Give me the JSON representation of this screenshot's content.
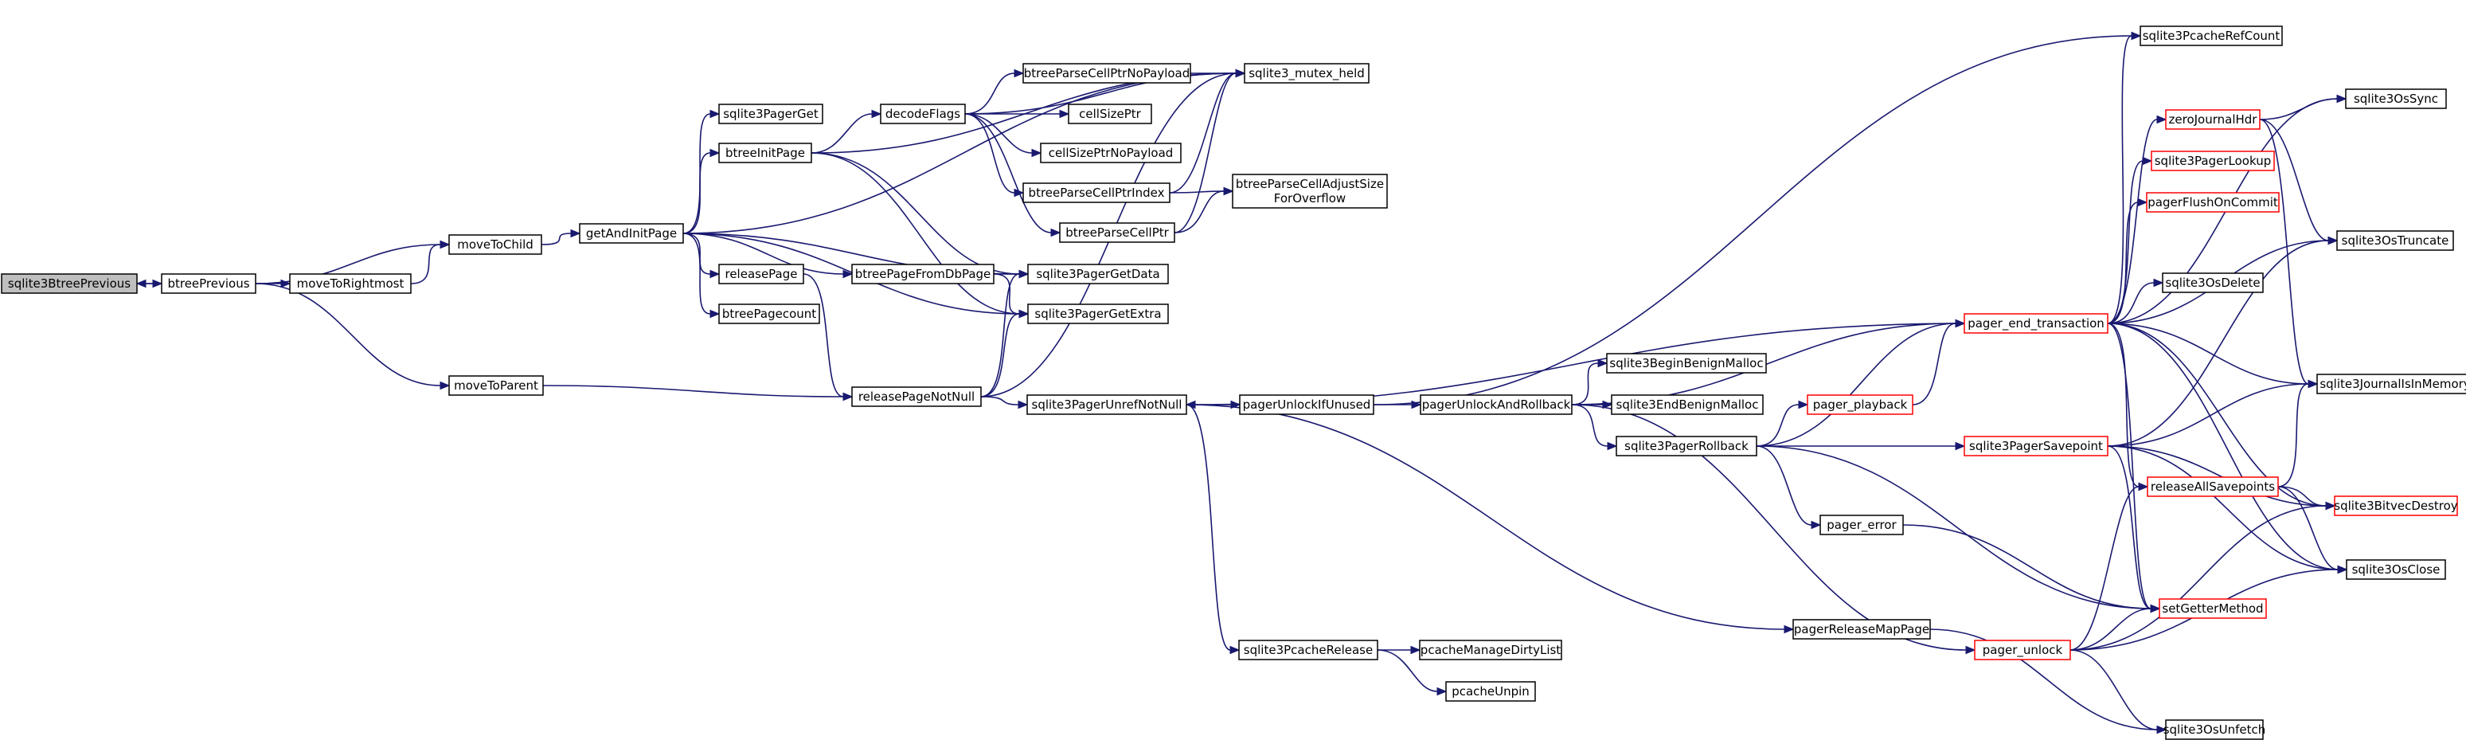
{
  "colors": {
    "edge": "#191970",
    "node_border": "#000000",
    "node_border_truncated": "#ff0000",
    "node_fill": "#ffffff",
    "focus_fill": "#bfbfbf"
  },
  "nodes": [
    {
      "id": "n_sqlite3BtreePrevious",
      "label": "sqlite3BtreePrevious",
      "focus": true
    },
    {
      "id": "n_btreePrevious",
      "label": "btreePrevious"
    },
    {
      "id": "n_moveToChild",
      "label": "moveToChild"
    },
    {
      "id": "n_moveToRightmost",
      "label": "moveToRightmost"
    },
    {
      "id": "n_moveToParent",
      "label": "moveToParent"
    },
    {
      "id": "n_getAndInitPage",
      "label": "getAndInitPage"
    },
    {
      "id": "n_sqlite3PagerGet",
      "label": "sqlite3PagerGet"
    },
    {
      "id": "n_btreeInitPage",
      "label": "btreeInitPage"
    },
    {
      "id": "n_releasePage",
      "label": "releasePage"
    },
    {
      "id": "n_btreePagecount",
      "label": "btreePagecount"
    },
    {
      "id": "n_decodeFlags",
      "label": "decodeFlags"
    },
    {
      "id": "n_btreePageFromDbPage",
      "label": "btreePageFromDbPage"
    },
    {
      "id": "n_releasePageNotNull",
      "label": "releasePageNotNull"
    },
    {
      "id": "n_btreeParseCellPtrNoPayload",
      "label": "btreeParseCellPtrNoPayload"
    },
    {
      "id": "n_cellSizePtr",
      "label": "cellSizePtr"
    },
    {
      "id": "n_cellSizePtrNoPayload",
      "label": "cellSizePtrNoPayload"
    },
    {
      "id": "n_btreeParseCellPtrIndex",
      "label": "btreeParseCellPtrIndex"
    },
    {
      "id": "n_btreeParseCellPtr",
      "label": "btreeParseCellPtr"
    },
    {
      "id": "n_sqlite3PagerGetData",
      "label": "sqlite3PagerGetData"
    },
    {
      "id": "n_sqlite3PagerGetExtra",
      "label": "sqlite3PagerGetExtra"
    },
    {
      "id": "n_sqlite3_mutex_held",
      "label": "sqlite3_mutex_held"
    },
    {
      "id": "n_btreeParseCellAdjustSizeForOverflow",
      "label": "btreeParseCellAdjustSize",
      "label2": "ForOverflow"
    },
    {
      "id": "n_sqlite3PagerUnrefNotNull",
      "label": "sqlite3PagerUnrefNotNull"
    },
    {
      "id": "n_pagerUnlockIfUnused",
      "label": "pagerUnlockIfUnused"
    },
    {
      "id": "n_sqlite3PcacheRelease",
      "label": "sqlite3PcacheRelease"
    },
    {
      "id": "n_pcacheManageDirtyList",
      "label": "pcacheManageDirtyList"
    },
    {
      "id": "n_pcacheUnpin",
      "label": "pcacheUnpin"
    },
    {
      "id": "n_pagerUnlockAndRollback",
      "label": "pagerUnlockAndRollback"
    },
    {
      "id": "n_sqlite3BeginBenignMalloc",
      "label": "sqlite3BeginBenignMalloc"
    },
    {
      "id": "n_sqlite3EndBenignMalloc",
      "label": "sqlite3EndBenignMalloc"
    },
    {
      "id": "n_sqlite3PagerRollback",
      "label": "sqlite3PagerRollback"
    },
    {
      "id": "n_pager_playback",
      "label": "pager_playback",
      "truncated": true
    },
    {
      "id": "n_pager_error",
      "label": "pager_error"
    },
    {
      "id": "n_pagerReleaseMapPage",
      "label": "pagerReleaseMapPage"
    },
    {
      "id": "n_pager_unlock",
      "label": "pager_unlock",
      "truncated": true
    },
    {
      "id": "n_pager_end_transaction",
      "label": "pager_end_transaction",
      "truncated": true
    },
    {
      "id": "n_sqlite3PagerSavepoint",
      "label": "sqlite3PagerSavepoint",
      "truncated": true
    },
    {
      "id": "n_sqlite3PcacheRefCount",
      "label": "sqlite3PcacheRefCount"
    },
    {
      "id": "n_zeroJournalHdr",
      "label": "zeroJournalHdr",
      "truncated": true
    },
    {
      "id": "n_sqlite3PagerLookup",
      "label": "sqlite3PagerLookup",
      "truncated": true
    },
    {
      "id": "n_pagerFlushOnCommit",
      "label": "pagerFlushOnCommit",
      "truncated": true
    },
    {
      "id": "n_sqlite3OsDelete",
      "label": "sqlite3OsDelete"
    },
    {
      "id": "n_releaseAllSavepoints",
      "label": "releaseAllSavepoints",
      "truncated": true
    },
    {
      "id": "n_setGetterMethod",
      "label": "setGetterMethod",
      "truncated": true
    },
    {
      "id": "n_sqlite3OsSync",
      "label": "sqlite3OsSync"
    },
    {
      "id": "n_sqlite3OsTruncate",
      "label": "sqlite3OsTruncate"
    },
    {
      "id": "n_sqlite3JournalIsInMemory",
      "label": "sqlite3JournalIsInMemory"
    },
    {
      "id": "n_sqlite3BitvecDestroy",
      "label": "sqlite3BitvecDestroy",
      "truncated": true
    },
    {
      "id": "n_sqlite3OsClose",
      "label": "sqlite3OsClose"
    },
    {
      "id": "n_sqlite3OsUnfetch",
      "label": "sqlite3OsUnfetch"
    }
  ],
  "edges": [
    {
      "from": "n_btreePrevious",
      "to": "n_sqlite3BtreePrevious"
    },
    {
      "from": "n_sqlite3BtreePrevious",
      "to": "n_btreePrevious"
    },
    {
      "from": "n_btreePrevious",
      "to": "n_moveToChild"
    },
    {
      "from": "n_btreePrevious",
      "to": "n_moveToRightmost"
    },
    {
      "from": "n_btreePrevious",
      "to": "n_moveToParent"
    },
    {
      "from": "n_moveToRightmost",
      "to": "n_moveToChild"
    },
    {
      "from": "n_moveToChild",
      "to": "n_getAndInitPage"
    },
    {
      "from": "n_moveToParent",
      "to": "n_releasePageNotNull"
    },
    {
      "from": "n_getAndInitPage",
      "to": "n_sqlite3PagerGet"
    },
    {
      "from": "n_getAndInitPage",
      "to": "n_btreeInitPage"
    },
    {
      "from": "n_getAndInitPage",
      "to": "n_releasePage"
    },
    {
      "from": "n_getAndInitPage",
      "to": "n_btreePagecount"
    },
    {
      "from": "n_getAndInitPage",
      "to": "n_btreePageFromDbPage"
    },
    {
      "from": "n_getAndInitPage",
      "to": "n_sqlite3PagerGetData"
    },
    {
      "from": "n_getAndInitPage",
      "to": "n_sqlite3PagerGetExtra"
    },
    {
      "from": "n_getAndInitPage",
      "to": "n_sqlite3_mutex_held"
    },
    {
      "from": "n_btreeInitPage",
      "to": "n_decodeFlags"
    },
    {
      "from": "n_btreeInitPage",
      "to": "n_sqlite3_mutex_held"
    },
    {
      "from": "n_btreeInitPage",
      "to": "n_sqlite3PagerGetData"
    },
    {
      "from": "n_btreeInitPage",
      "to": "n_sqlite3PagerGetExtra"
    },
    {
      "from": "n_releasePage",
      "to": "n_releasePageNotNull"
    },
    {
      "from": "n_decodeFlags",
      "to": "n_btreeParseCellPtrNoPayload"
    },
    {
      "from": "n_decodeFlags",
      "to": "n_cellSizePtr"
    },
    {
      "from": "n_decodeFlags",
      "to": "n_cellSizePtrNoPayload"
    },
    {
      "from": "n_decodeFlags",
      "to": "n_btreeParseCellPtrIndex"
    },
    {
      "from": "n_decodeFlags",
      "to": "n_btreeParseCellPtr"
    },
    {
      "from": "n_decodeFlags",
      "to": "n_sqlite3_mutex_held"
    },
    {
      "from": "n_btreeParseCellPtrNoPayload",
      "to": "n_sqlite3_mutex_held"
    },
    {
      "from": "n_btreeParseCellPtrIndex",
      "to": "n_sqlite3_mutex_held"
    },
    {
      "from": "n_btreeParseCellPtrIndex",
      "to": "n_btreeParseCellAdjustSizeForOverflow"
    },
    {
      "from": "n_btreeParseCellPtr",
      "to": "n_sqlite3_mutex_held"
    },
    {
      "from": "n_btreeParseCellPtr",
      "to": "n_btreeParseCellAdjustSizeForOverflow"
    },
    {
      "from": "n_btreePageFromDbPage",
      "to": "n_sqlite3PagerGetData"
    },
    {
      "from": "n_btreePageFromDbPage",
      "to": "n_sqlite3PagerGetExtra"
    },
    {
      "from": "n_releasePageNotNull",
      "to": "n_sqlite3PagerGetData"
    },
    {
      "from": "n_releasePageNotNull",
      "to": "n_sqlite3PagerGetExtra"
    },
    {
      "from": "n_releasePageNotNull",
      "to": "n_sqlite3_mutex_held"
    },
    {
      "from": "n_releasePageNotNull",
      "to": "n_sqlite3PagerUnrefNotNull"
    },
    {
      "from": "n_sqlite3PagerUnrefNotNull",
      "to": "n_pagerUnlockIfUnused"
    },
    {
      "from": "n_sqlite3PagerUnrefNotNull",
      "to": "n_sqlite3PcacheRelease"
    },
    {
      "from": "n_sqlite3PagerUnrefNotNull",
      "to": "n_pagerReleaseMapPage"
    },
    {
      "from": "n_sqlite3PcacheRelease",
      "to": "n_pcacheManageDirtyList"
    },
    {
      "from": "n_sqlite3PcacheRelease",
      "to": "n_pcacheUnpin"
    },
    {
      "from": "n_pagerUnlockIfUnused",
      "to": "n_pagerUnlockAndRollback"
    },
    {
      "from": "n_pagerUnlockIfUnused",
      "to": "n_sqlite3PcacheRefCount"
    },
    {
      "from": "n_pagerUnlockAndRollback",
      "to": "n_sqlite3BeginBenignMalloc"
    },
    {
      "from": "n_pagerUnlockAndRollback",
      "to": "n_sqlite3EndBenignMalloc"
    },
    {
      "from": "n_pagerUnlockAndRollback",
      "to": "n_sqlite3PagerRollback"
    },
    {
      "from": "n_pagerUnlockAndRollback",
      "to": "n_pager_end_transaction"
    },
    {
      "from": "n_pagerUnlockAndRollback",
      "to": "n_pager_unlock"
    },
    {
      "from": "n_sqlite3PagerRollback",
      "to": "n_pager_playback"
    },
    {
      "from": "n_sqlite3PagerRollback",
      "to": "n_pager_end_transaction"
    },
    {
      "from": "n_sqlite3PagerRollback",
      "to": "n_sqlite3PagerSavepoint"
    },
    {
      "from": "n_sqlite3PagerRollback",
      "to": "n_pager_error"
    },
    {
      "from": "n_sqlite3PagerRollback",
      "to": "n_setGetterMethod"
    },
    {
      "from": "n_pager_playback",
      "to": "n_pager_end_transaction"
    },
    {
      "from": "n_pager_error",
      "to": "n_setGetterMethod"
    },
    {
      "from": "n_pagerReleaseMapPage",
      "to": "n_sqlite3OsUnfetch"
    },
    {
      "from": "n_pager_end_transaction",
      "to": "n_sqlite3PagerUnrefNotNull"
    },
    {
      "from": "n_pager_end_transaction",
      "to": "n_sqlite3PcacheRefCount"
    },
    {
      "from": "n_pager_end_transaction",
      "to": "n_zeroJournalHdr"
    },
    {
      "from": "n_pager_end_transaction",
      "to": "n_sqlite3PagerLookup"
    },
    {
      "from": "n_pager_end_transaction",
      "to": "n_pagerFlushOnCommit"
    },
    {
      "from": "n_pager_end_transaction",
      "to": "n_sqlite3OsDelete"
    },
    {
      "from": "n_pager_end_transaction",
      "to": "n_sqlite3OsSync"
    },
    {
      "from": "n_pager_end_transaction",
      "to": "n_sqlite3OsTruncate"
    },
    {
      "from": "n_pager_end_transaction",
      "to": "n_sqlite3JournalIsInMemory"
    },
    {
      "from": "n_pager_end_transaction",
      "to": "n_sqlite3BitvecDestroy"
    },
    {
      "from": "n_pager_end_transaction",
      "to": "n_releaseAllSavepoints"
    },
    {
      "from": "n_pager_end_transaction",
      "to": "n_sqlite3OsClose"
    },
    {
      "from": "n_pager_end_transaction",
      "to": "n_setGetterMethod"
    },
    {
      "from": "n_zeroJournalHdr",
      "to": "n_sqlite3OsSync"
    },
    {
      "from": "n_zeroJournalHdr",
      "to": "n_sqlite3OsTruncate"
    },
    {
      "from": "n_zeroJournalHdr",
      "to": "n_sqlite3JournalIsInMemory"
    },
    {
      "from": "n_sqlite3PagerSavepoint",
      "to": "n_sqlite3OsTruncate"
    },
    {
      "from": "n_sqlite3PagerSavepoint",
      "to": "n_sqlite3JournalIsInMemory"
    },
    {
      "from": "n_sqlite3PagerSavepoint",
      "to": "n_sqlite3BitvecDestroy"
    },
    {
      "from": "n_sqlite3PagerSavepoint",
      "to": "n_sqlite3OsClose"
    },
    {
      "from": "n_sqlite3PagerSavepoint",
      "to": "n_setGetterMethod"
    },
    {
      "from": "n_releaseAllSavepoints",
      "to": "n_sqlite3JournalIsInMemory"
    },
    {
      "from": "n_releaseAllSavepoints",
      "to": "n_sqlite3BitvecDestroy"
    },
    {
      "from": "n_releaseAllSavepoints",
      "to": "n_sqlite3OsClose"
    },
    {
      "from": "n_pager_unlock",
      "to": "n_releaseAllSavepoints"
    },
    {
      "from": "n_pager_unlock",
      "to": "n_setGetterMethod"
    },
    {
      "from": "n_pager_unlock",
      "to": "n_sqlite3BitvecDestroy"
    },
    {
      "from": "n_pager_unlock",
      "to": "n_sqlite3OsClose"
    },
    {
      "from": "n_pager_unlock",
      "to": "n_sqlite3OsUnfetch"
    }
  ]
}
